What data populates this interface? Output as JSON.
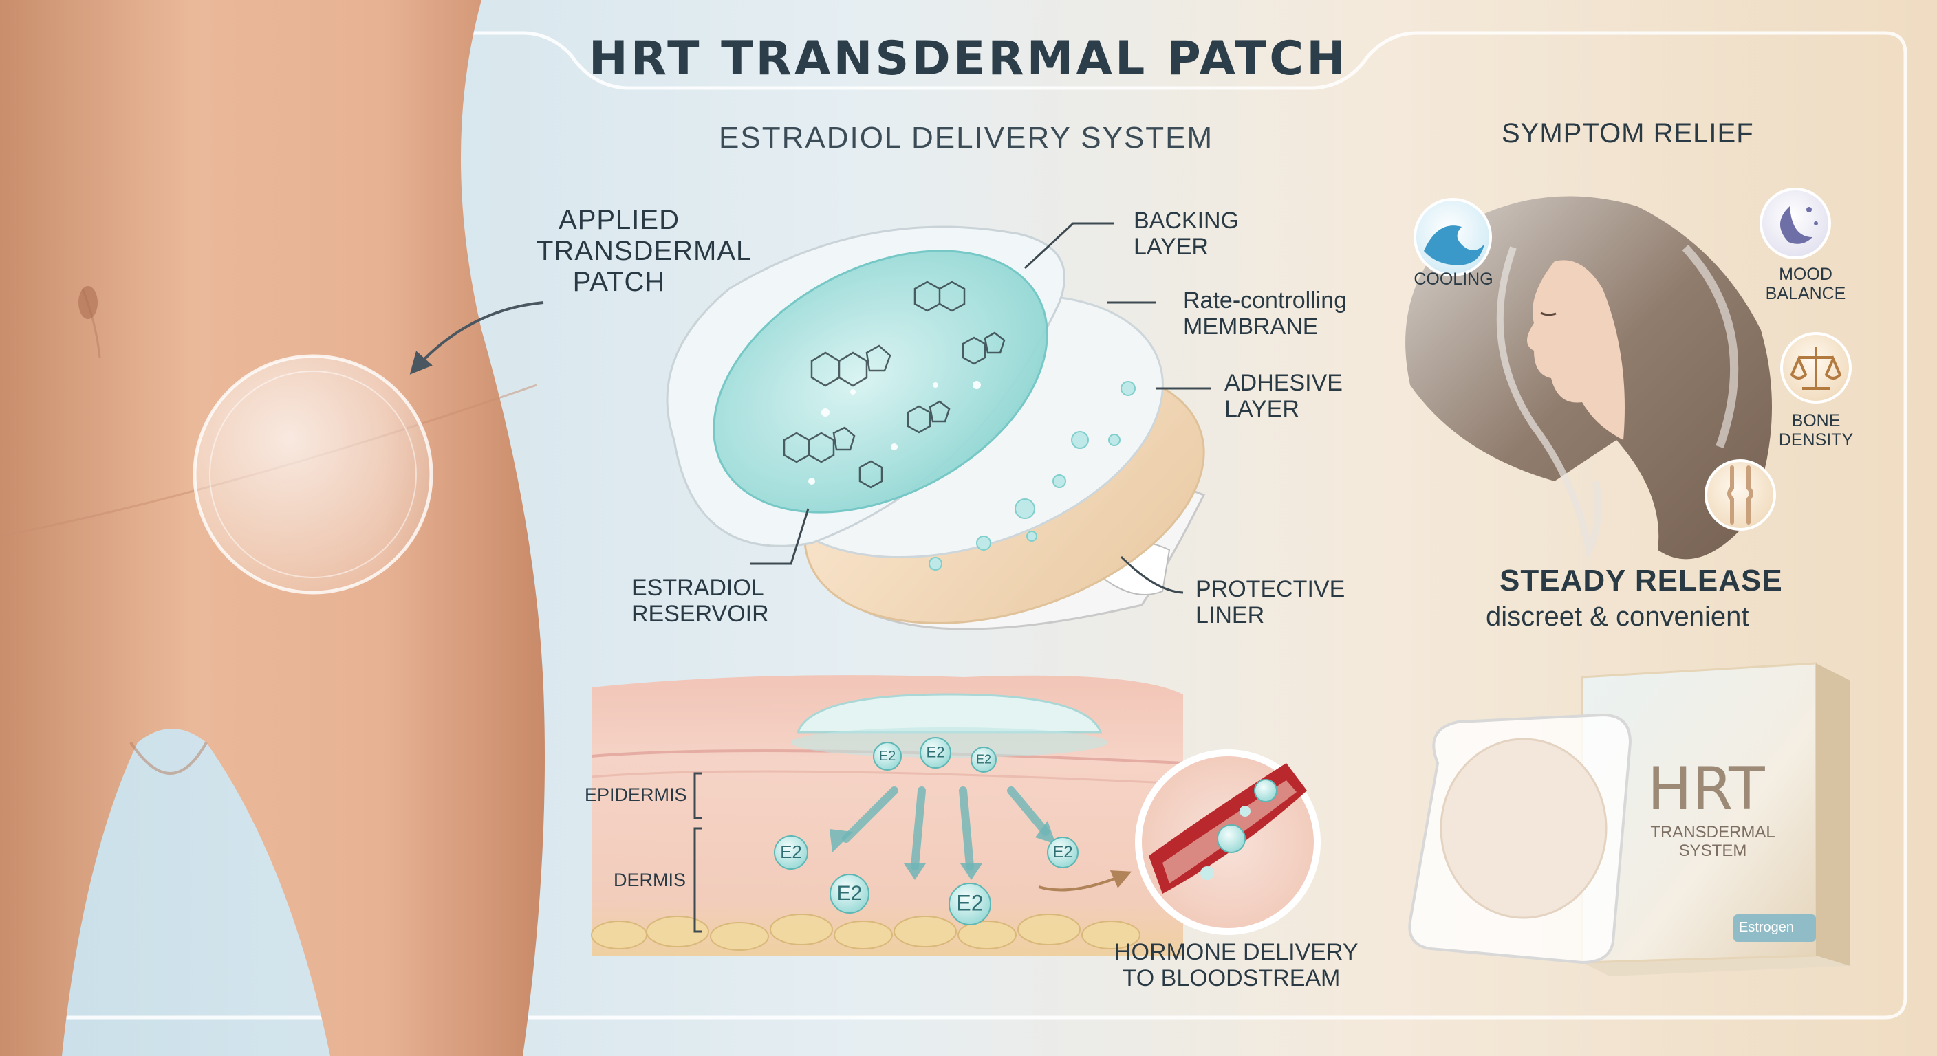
{
  "title": "HRT TRANSDERMAL PATCH",
  "subtitle": "ESTRADIOL DELIVERY SYSTEM",
  "applied": {
    "line1": "APPLIED",
    "line2": "TRANSDERMAL",
    "line3": "PATCH"
  },
  "layers": {
    "backing": {
      "line1": "BACKING",
      "line2": "LAYER"
    },
    "membrane": {
      "line1": "Rate-controlling",
      "line2": "MEMBRANE"
    },
    "adhesive": {
      "line1": "ADHESIVE",
      "line2": "LAYER"
    },
    "reservoir": {
      "line1": "ESTRADIOL",
      "line2": "RESERVOIR"
    },
    "liner": {
      "line1": "PROTECTIVE",
      "line2": "LINER"
    }
  },
  "skin": {
    "epidermis": "EPIDERMIS",
    "dermis": "DERMIS",
    "molecule": "E2",
    "delivery": {
      "line1": "HORMONE DELIVERY",
      "line2": "TO BLOODSTREAM"
    }
  },
  "relief": {
    "header": "SYMPTOM RELIEF",
    "cooling": "COOLING",
    "mood": {
      "line1": "MOOD",
      "line2": "BALANCE"
    },
    "bone": {
      "line1": "BONE",
      "line2": "DENSITY"
    },
    "icons": [
      "wave-icon",
      "moon-stars-icon",
      "scale-icon",
      "joint-icon"
    ]
  },
  "steady": {
    "headline": "STEADY RELEASE",
    "tagline": "discreet & convenient"
  },
  "box": {
    "brand": "HRT",
    "line1": "TRANSDERMAL",
    "line2": "SYSTEM",
    "tag": "Estrogen"
  },
  "colors": {
    "skin": "#e8b596",
    "teal": "#7fd3d6",
    "gold": "#d9a86a",
    "blood": "#b8282c",
    "text": "#2a3a45"
  }
}
